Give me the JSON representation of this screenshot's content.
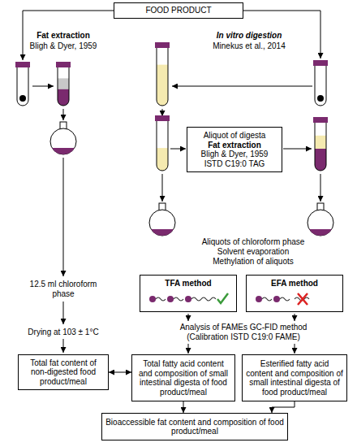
{
  "diagram": {
    "nodes": [
      {
        "text": [
          "FOOD PRODUCT"
        ]
      },
      {
        "text": [
          "Aliquot of digesta",
          "Fat extraction",
          "Bligh & Dyer, 1959",
          "ISTD C19:0 TAG"
        ]
      },
      {
        "text": [
          "TFA method"
        ]
      },
      {
        "text": [
          "EFA method"
        ]
      },
      {
        "text": [
          "Total fat content of non-digested food product/meal"
        ]
      },
      {
        "text": [
          "Total fatty acid content and composition of small intestinal digesta of food product/meal"
        ]
      },
      {
        "text": [
          "Esterified fatty acid content and composition of small intestinal digesta of food product/meal"
        ]
      },
      {
        "text": [
          "Bioaccessible fat content and composition of food product/meal"
        ]
      }
    ],
    "edges": [
      {
        "from": 4,
        "to": 5,
        "arrow": "both"
      },
      {
        "from": 5,
        "to": 7,
        "arrow": "to"
      },
      {
        "from": 6,
        "to": 7,
        "arrow": "to"
      }
    ],
    "labels": [
      "Fat extraction",
      "Bligh & Dyer, 1959",
      "In vitro digestion",
      "Minekus et al., 2014",
      "Aliquots of chloroform phase",
      "Solvent evaporation",
      "Methylation of aliquots",
      "12.5 ml chloroform phase",
      "Drying at 103 ± 1°C",
      "Analysis of FAMEs GC-FID method",
      "(Calibration ISTD C19:0 FAME)"
    ]
  }
}
